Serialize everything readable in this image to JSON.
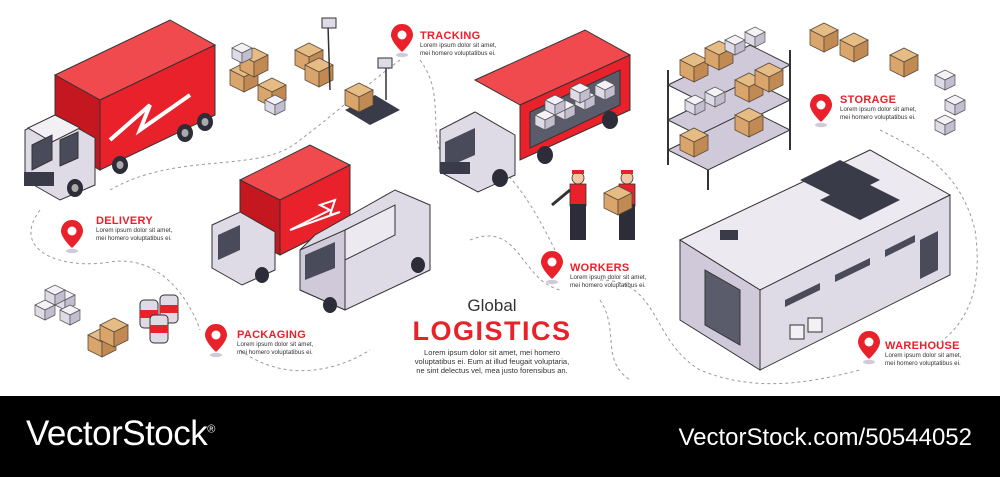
{
  "colors": {
    "accent": "#e8212b",
    "truck_body": "#d9d4e3",
    "box": "#d9a56a",
    "footer_bg": "#000000"
  },
  "title": {
    "line1": "Global",
    "line2": "LOGISTICS"
  },
  "center_text": [
    "Lorem ipsum dolor sit amet, mei homero",
    "voluptatibus ei. Eum at illud feugait voluptaria,",
    "ne sint delectus vel, mea justo forensibus an."
  ],
  "labels": {
    "tracking": {
      "title": "TRACKING",
      "lines": [
        "Lorem ipsum dolor sit amet,",
        "mei homero voluptatibus ei."
      ]
    },
    "delivery": {
      "title": "DELIVERY",
      "lines": [
        "Lorem ipsum dolor sit amet,",
        "mei homero voluptatibus ei."
      ]
    },
    "packaging": {
      "title": "PACKAGING",
      "lines": [
        "Lorem ipsum dolor sit amet,",
        "mei homero voluptatibus ei."
      ]
    },
    "workers": {
      "title": "WORKERS",
      "lines": [
        "Lorem ipsum dolor sit amet,",
        "mei homero voluptatibus ei."
      ]
    },
    "storage": {
      "title": "STORAGE",
      "lines": [
        "Lorem ipsum dolor sit amet,",
        "mei homero voluptatibus ei."
      ]
    },
    "warehouse": {
      "title": "WAREHOUSE",
      "lines": [
        "Lorem ipsum dolor sit amet,",
        "mei homero voluptatibus ei."
      ]
    }
  },
  "footer": {
    "brand": "VectorStock",
    "image_id": "VectorStock.com/50544052",
    "brand_mark": "®"
  },
  "icons": [
    "map-pin-icon",
    "truck-illustration",
    "van-illustration",
    "warehouse-illustration",
    "shelf-illustration",
    "worker-illustration",
    "box-illustration",
    "barrel-illustration",
    "scale-illustration"
  ]
}
